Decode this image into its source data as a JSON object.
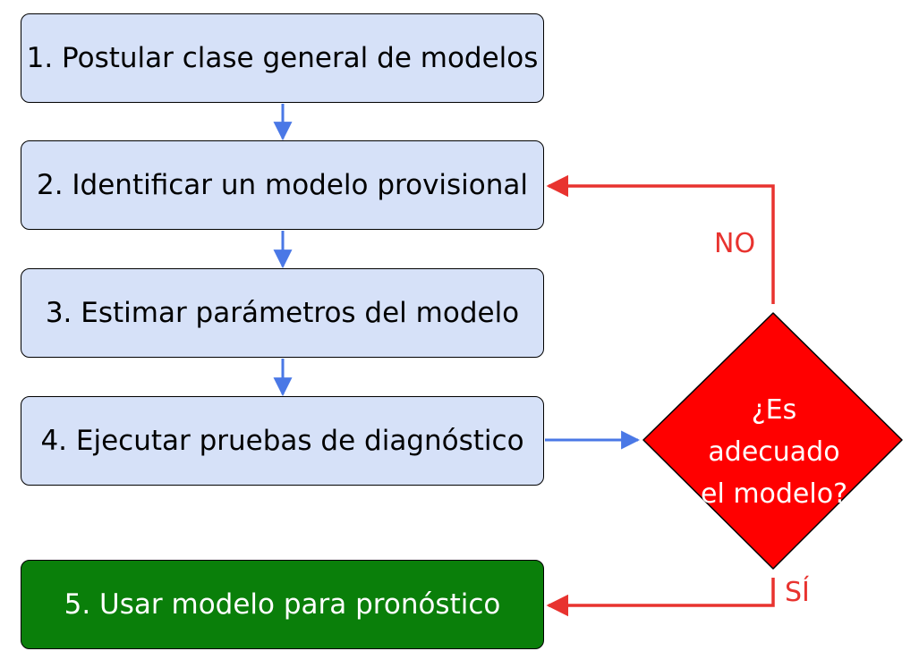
{
  "steps": [
    {
      "label": "1. Postular clase general de modelos"
    },
    {
      "label": "2. Identificar un modelo provisional"
    },
    {
      "label": "3. Estimar parámetros del modelo"
    },
    {
      "label": "4. Ejecutar pruebas de diagnóstico"
    },
    {
      "label": "5. Usar modelo para pronóstico"
    }
  ],
  "decision": {
    "lines": [
      "¿Es",
      "adecuado",
      "el modelo?"
    ]
  },
  "branches": {
    "no": "NO",
    "yes": "SÍ"
  },
  "colors": {
    "box_fill": "#d6e1f8",
    "final_fill": "#0a7f0a",
    "decision_fill": "#ff0000",
    "flow_arrow": "#4a78e6",
    "feedback_arrow": "#e8332f"
  }
}
